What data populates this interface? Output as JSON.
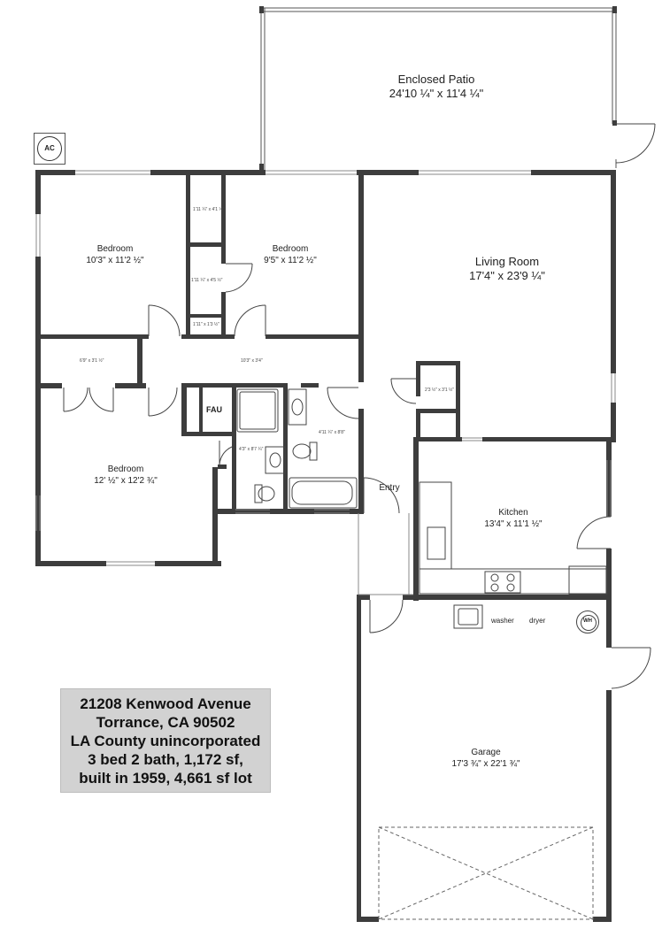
{
  "rooms": {
    "enclosed_patio": {
      "name": "Enclosed Patio",
      "dims": "24'10 ¼\"  x 11'4 ¼\""
    },
    "living_room": {
      "name": "Living Room",
      "dims": "17'4\"  x 23'9 ¼\""
    },
    "bedroom_1": {
      "name": "Bedroom",
      "dims": "10'3\"  x 11'2 ½\""
    },
    "bedroom_2": {
      "name": "Bedroom",
      "dims": "9'5\"  x 11'2 ½\""
    },
    "bedroom_3": {
      "name": "Bedroom",
      "dims": "12' ½\"  x 12'2 ¾\""
    },
    "kitchen": {
      "name": "Kitchen",
      "dims": "13'4\"  x 11'1 ½\""
    },
    "garage": {
      "name": "Garage",
      "dims": "17'3 ¾\"  x 22'1 ¾\""
    },
    "entry": {
      "name": "Entry"
    }
  },
  "small_dims": {
    "closet_a": "1'11 ¼\" x 4'1 ½\"",
    "closet_b": "1'11 ¼\" x 4'5 ½\"",
    "closet_c": "1'11\" x 1'3 ½\"",
    "closet_d": "6'9\" x 3'1 ½\"",
    "hall": "10'3\" x 3'4\"",
    "pantry": "2'3 ½\" x 3'1 ½\"",
    "bath_1": "4'11 ¼\" x 8'8\"",
    "bath_2": "4'3\" x 8'7 ¼\""
  },
  "fixtures": {
    "fau": "FAU",
    "ac": "AC",
    "washer": "washer",
    "dryer": "dryer",
    "water_heater": "WH"
  },
  "info": {
    "line1": "21208 Kenwood Avenue",
    "line2": "Torrance, CA 90502",
    "line3": "LA County unincorporated",
    "line4": "3 bed 2 bath, 1,172 sf,",
    "line5": "built in 1959, 4,661 sf lot"
  },
  "colors": {
    "wall": "#3d3d3d",
    "info_box": "#d2d2d2"
  }
}
